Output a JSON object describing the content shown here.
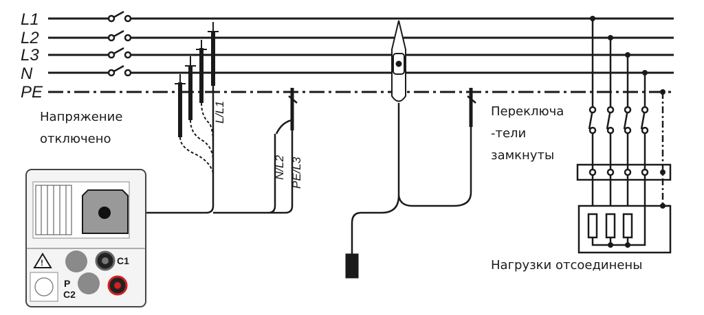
{
  "bus_labels": [
    "L1",
    "L2",
    "L3",
    "N",
    "PE"
  ],
  "notes": {
    "voltage_off_1": "Напряжение",
    "voltage_off_2": "отключено",
    "switches_1": "Переключа",
    "switches_2": "-тели",
    "switches_3": "замкнуты",
    "loads": "Нагрузки отсоединены"
  },
  "wire_labels": {
    "l_l1": "L/L1",
    "n_l2": "N/L2",
    "pe_l3": "PE/L3"
  },
  "device": {
    "c1": "C1",
    "p": "P",
    "c2": "C2"
  },
  "colors": {
    "line": "#1a1a1a",
    "device_gray": "#9a9a9a",
    "red_socket": "#d42020"
  }
}
